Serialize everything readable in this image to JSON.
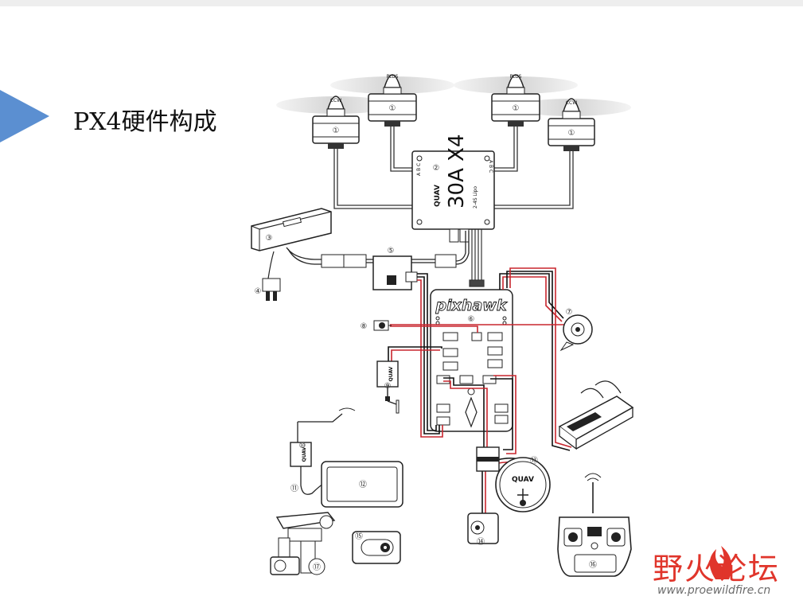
{
  "slide": {
    "title": "PX4硬件构成"
  },
  "diagram": {
    "motor_labels": [
      "CCW",
      "PLUS",
      "PLUS",
      "CCW"
    ],
    "esc": {
      "model": "30A X4",
      "sub_label": "2-4S Lipo",
      "brand": "QUAV",
      "left_ports": "A B C",
      "right_ports": "A B C"
    },
    "controller": {
      "brand": "pixhawk"
    },
    "component_numbers": [
      "①",
      "①",
      "①",
      "①",
      "②",
      "③",
      "④",
      "⑤",
      "⑥",
      "⑦",
      "⑧",
      "⑨",
      "⑩",
      "⑪",
      "⑫",
      "⑬",
      "⑭",
      "⑮",
      "⑯",
      "⑰"
    ],
    "module_brand": "QUAV"
  },
  "watermark": {
    "text": "野火论坛",
    "url": "www.proewildfire.cn"
  }
}
